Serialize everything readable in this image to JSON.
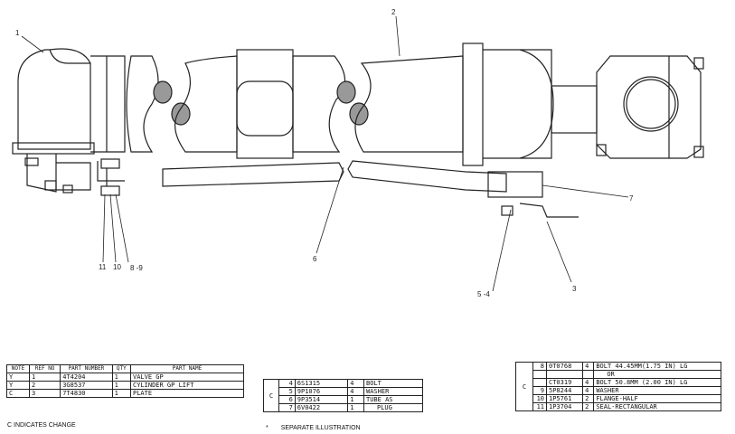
{
  "callouts": {
    "c1": "1",
    "c2": "2",
    "c3": "3",
    "c5": "5 -4",
    "c6": "6",
    "c7": "7",
    "c8": "8 -9",
    "c10": "10",
    "c11": "11"
  },
  "table_left": {
    "headers": {
      "note": "NOTE",
      "ref": "REF NO",
      "part": "PART NUMBER",
      "qty": "QTY",
      "name": "PART NAME"
    },
    "rows": [
      {
        "note": "Y",
        "ref": "1",
        "part": "4T4204",
        "qty": "1",
        "name": "VALVE GP"
      },
      {
        "note": "Y",
        "ref": "2",
        "part": "3G8537",
        "qty": "1",
        "name": "CYLINDER GP LIFT"
      },
      {
        "note": "C",
        "ref": "3",
        "part": "7T4830",
        "qty": "1",
        "name": "PLATE"
      }
    ],
    "footnote": "C INDICATES CHANGE"
  },
  "table_mid": {
    "rows": [
      {
        "note": "",
        "ref": "4",
        "part": "6S1315",
        "qty": "4",
        "name": "BOLT"
      },
      {
        "note": "C",
        "ref": "5",
        "part": "9P1076",
        "qty": "4",
        "name": "WASHER"
      },
      {
        "note": "",
        "ref": "6",
        "part": "9P3514",
        "qty": "1",
        "name": "TUBE AS"
      },
      {
        "note": "",
        "ref": "7",
        "part": "6V0422",
        "qty": "1",
        "name": "PLUG"
      }
    ],
    "footnote_mark": "*",
    "footnote": "SEPARATE ILLUSTRATION"
  },
  "table_right": {
    "rows": [
      {
        "note": "",
        "ref": "8",
        "part": "0T0768",
        "qty": "4",
        "name": "BOLT 44.45MM(1.75 IN) LG"
      },
      {
        "note": "",
        "ref": "",
        "part": "",
        "qty": "",
        "name": "OR"
      },
      {
        "note": "C",
        "ref": "",
        "part": "CT0319",
        "qty": "4",
        "name": "BOLT 50.8MM (2.00 IN) LG"
      },
      {
        "note": "",
        "ref": "9",
        "part": "5P8244",
        "qty": "4",
        "name": "WASHER"
      },
      {
        "note": "",
        "ref": "10",
        "part": "1P5761",
        "qty": "2",
        "name": "FLANGE-HALF"
      },
      {
        "note": "",
        "ref": "11",
        "part": "1P3704",
        "qty": "2",
        "name": "SEAL-RECTANGULAR"
      }
    ]
  }
}
